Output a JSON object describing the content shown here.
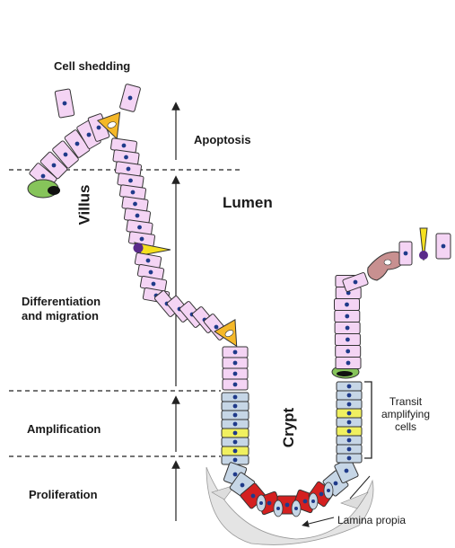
{
  "labels": {
    "cell_shedding": "Cell shedding",
    "apoptosis": "Apoptosis",
    "lumen": "Lumen",
    "villus": "Villus",
    "differentiation_line1": "Differentiation",
    "differentiation_line2": "and migration",
    "amplification": "Amplification",
    "proliferation": "Proliferation",
    "crypt": "Crypt",
    "transit_line1": "Transit",
    "transit_line2": "amplifying",
    "transit_line3": "cells",
    "lamina_propria": "Lamina propia"
  },
  "colors": {
    "background": "#ffffff",
    "epithelial_cell": "#f4d4f4",
    "cell_outline": "#333333",
    "nucleus": "#1f3a8a",
    "paneth_red": "#d42020",
    "transit_blue": "#c6d6e6",
    "transit_yellow": "#f0f060",
    "goblet_green": "#86c45a",
    "enteroendocrine_orange": "#f5b828",
    "tuft_yellow": "#f5e020",
    "nucleus_purple": "#5a2a8a",
    "shedding_cell_brown": "#c89090",
    "stroma_gray": "#d8d8d8"
  }
}
